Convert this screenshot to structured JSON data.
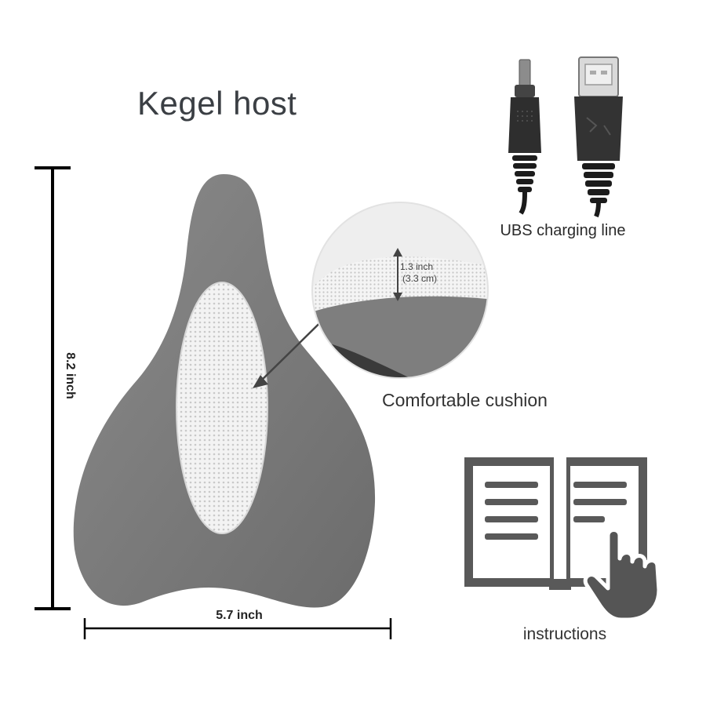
{
  "title": "Kegel host",
  "dimensions": {
    "height": "8.2 inch",
    "width": "5.7 inch"
  },
  "cushion": {
    "height_inch": "1.3 inch",
    "height_cm": "(3.3 cm)",
    "label": "Comfortable cushion"
  },
  "cable": {
    "label": "UBS charging line"
  },
  "manual": {
    "label": "instructions"
  },
  "colors": {
    "device_body": "#7b7b7b",
    "cushion": "#f0f0f0",
    "icon_dark": "#555555",
    "text": "#333333"
  },
  "icons": [
    "usb-cable-icon",
    "dc-plug-icon",
    "open-book-icon",
    "pointing-hand-icon"
  ]
}
